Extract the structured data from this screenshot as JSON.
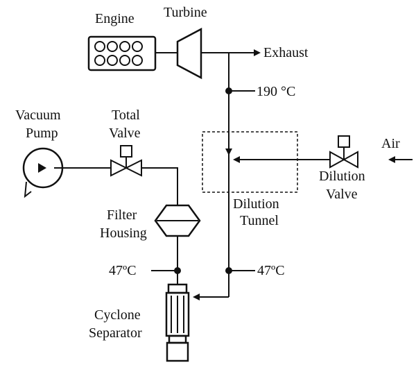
{
  "labels": {
    "engine": "Engine",
    "turbine": "Turbine",
    "exhaust": "Exhaust",
    "temp_top": "190 °C",
    "vacuum_line1": "Vacuum",
    "vacuum_line2": "Pump",
    "total_line1": "Total",
    "total_line2": "Valve",
    "air": "Air",
    "dilution_valve_line1": "Dilution",
    "dilution_valve_line2": "Valve",
    "filter_line1": "Filter",
    "filter_line2": "Housing",
    "tunnel_line1": "Dilution",
    "tunnel_line2": "Tunnel",
    "temp_left": "47ºC",
    "temp_right": "47ºC",
    "cyclone_line1": "Cyclone",
    "cyclone_line2": "Separator"
  }
}
